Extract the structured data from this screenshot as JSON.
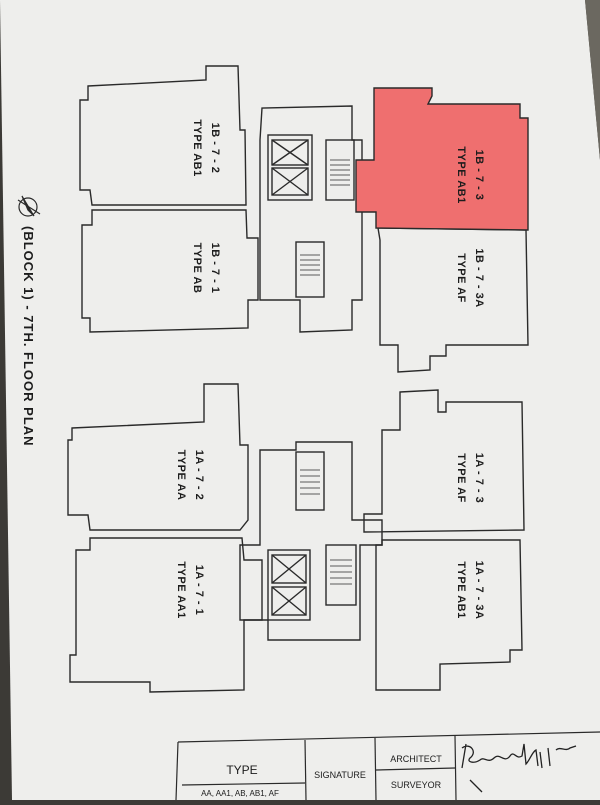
{
  "plan": {
    "title": "(BLOCK 1) - 7TH. FLOOR PLAN",
    "highlight_color": "#ef6f6f",
    "units": [
      {
        "id": "1B - 7 - 2",
        "type": "TYPE AB1"
      },
      {
        "id": "1B - 7 - 1",
        "type": "TYPE AB"
      },
      {
        "id": "1B - 7 - 3",
        "type": "TYPE AB1"
      },
      {
        "id": "1B - 7 - 3A",
        "type": "TYPE AF"
      },
      {
        "id": "1A - 7 - 2",
        "type": "TYPE AA"
      },
      {
        "id": "1A - 7 - 1",
        "type": "TYPE AA1"
      },
      {
        "id": "1A - 7 - 3",
        "type": "TYPE AF"
      },
      {
        "id": "1A - 7 - 3A",
        "type": "TYPE AB1"
      }
    ]
  },
  "title_block": {
    "type_header": "TYPE",
    "type_value": "AA, AA1, AB, AB1, AF",
    "signature_label": "SIGNATURE",
    "architect_label": "ARCHITECT",
    "surveyor_label": "SURVEYOR"
  }
}
